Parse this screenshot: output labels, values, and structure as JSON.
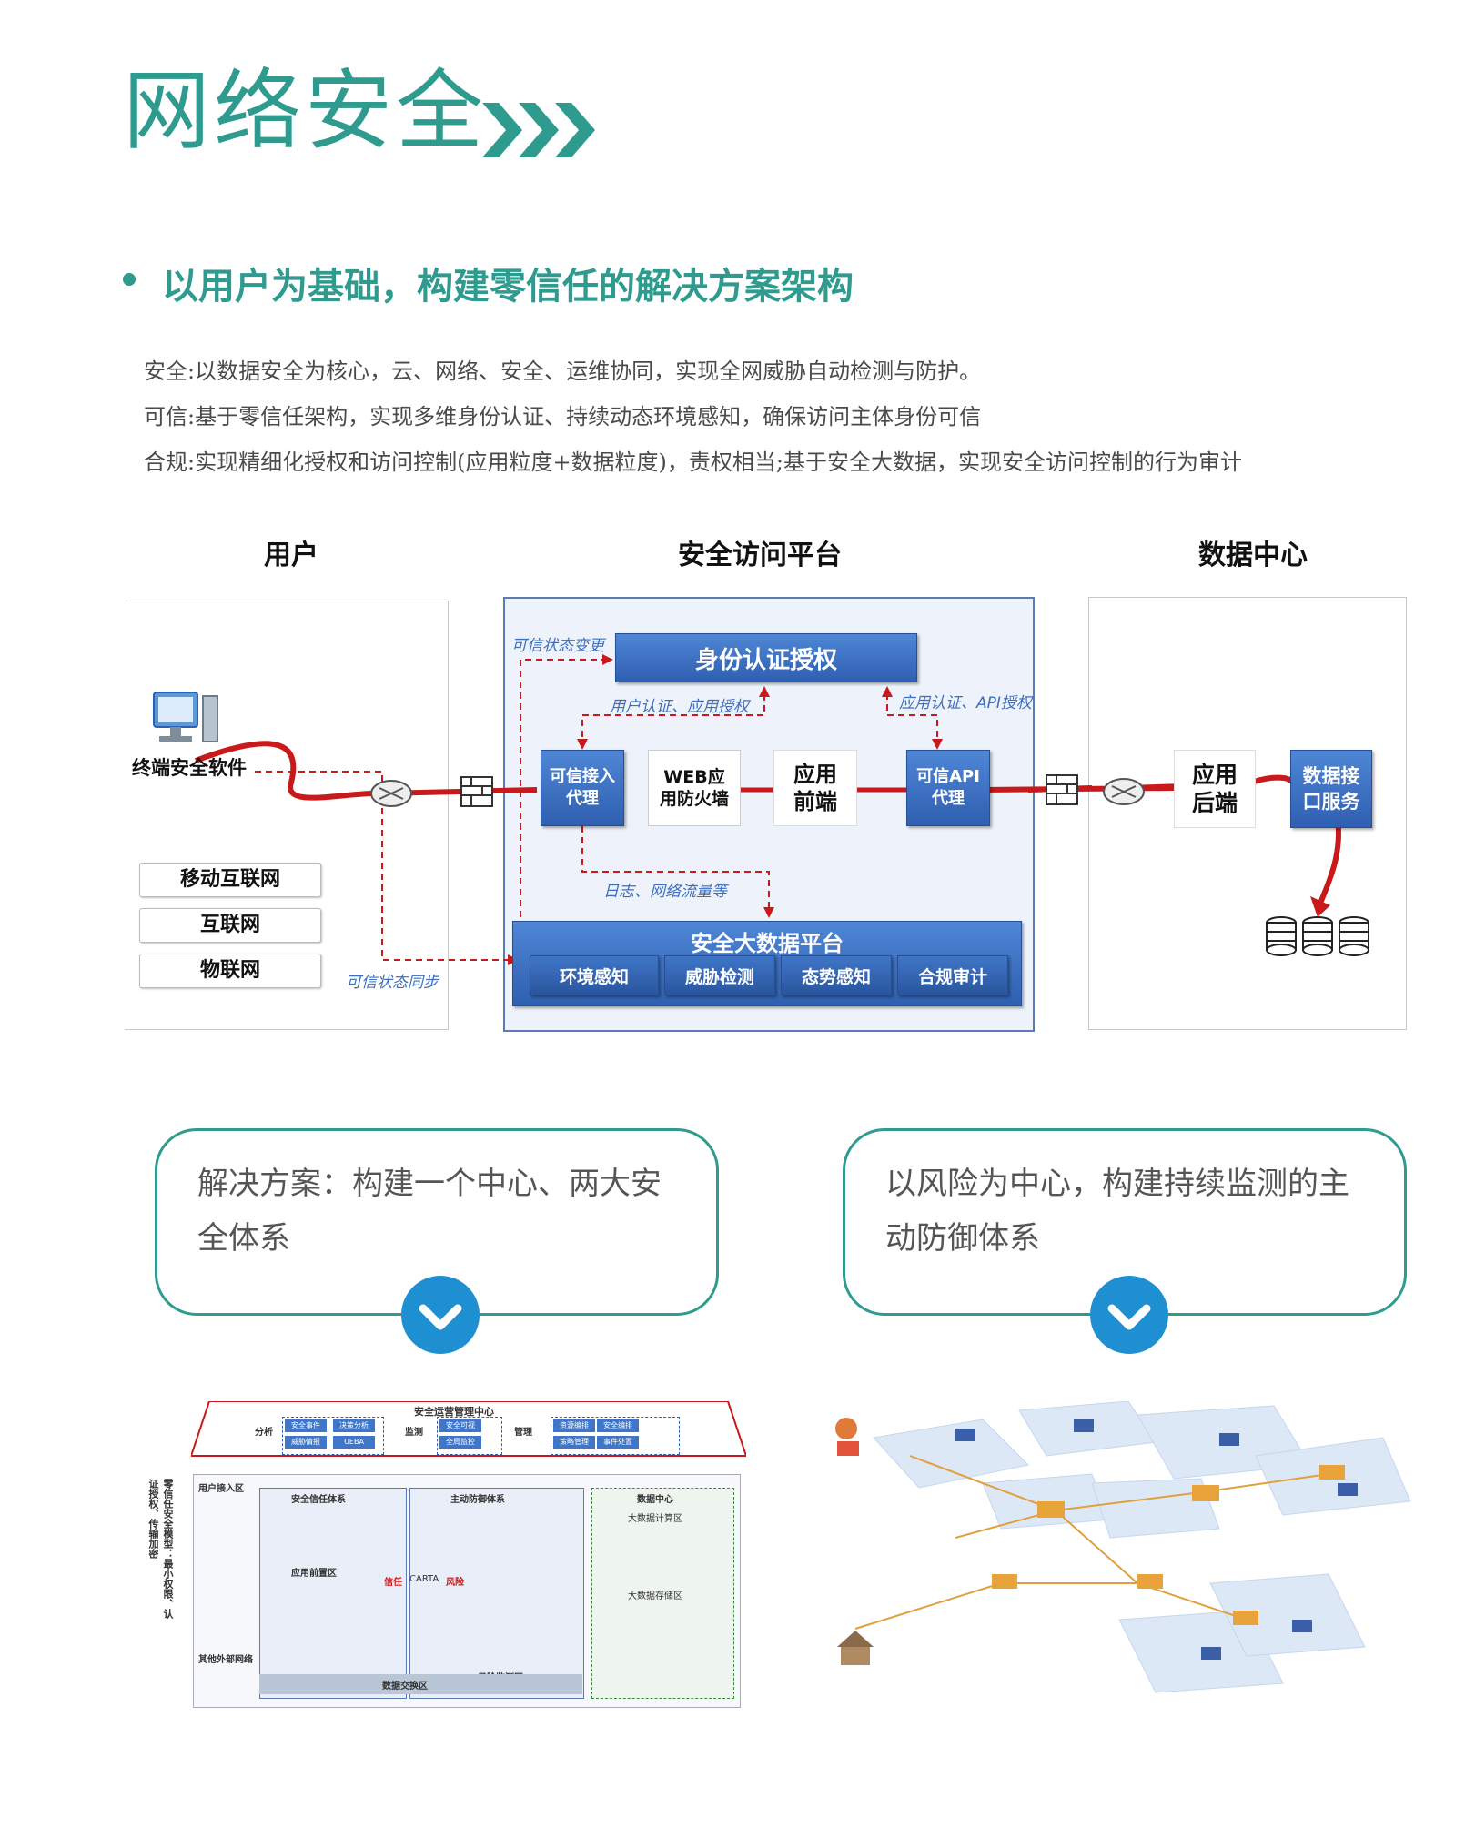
{
  "title": "网络安全",
  "subtitle": "以用户为基础，构建零信任的解决方案架构",
  "paragraphs": [
    "安全:以数据安全为核心，云、网络、安全、运维协同，实现全网威胁自动检测与防护。",
    "可信:基于零信任架构，实现多维身份认证、持续动态环境感知，确保访问主体身份可信",
    "合规:实现精细化授权和访问控制(应用粒度+数据粒度)，责权相当;基于安全大数据，实现安全访问控制的行为审计"
  ],
  "diagram": {
    "columns": {
      "user": "用户",
      "platform": "安全访问平台",
      "datacenter": "数据中心"
    },
    "user": {
      "software": "终端安全软件",
      "networks": [
        "移动互联网",
        "互联网",
        "物联网"
      ]
    },
    "platform": {
      "auth": "身份认证授权",
      "proxy": "可信接入代理",
      "waf": "WEB应用防火墙",
      "frontend": "应用前端",
      "api_proxy": "可信API代理",
      "bigdata": "安全大数据平台",
      "bigdata_items": [
        "环境感知",
        "威胁检测",
        "态势感知",
        "合规审计"
      ]
    },
    "datacenter": {
      "backend": "应用后端",
      "data_service": "数据接口服务"
    },
    "annotations": {
      "state_change": "可信状态变更",
      "user_auth": "用户认证、应用授权",
      "app_auth": "应用认证、API授权",
      "logs": "日志、网络流量等",
      "state_sync": "可信状态同步"
    }
  },
  "cards": [
    {
      "text": "解决方案：构建一个中心、两大安全体系"
    },
    {
      "text": "以风险为中心，构建持续监测的主动防御体系"
    }
  ],
  "left_figure": {
    "top_title": "安全运营管理中心",
    "groups": [
      [
        "分析"
      ],
      [
        "监测"
      ],
      [
        "管理"
      ]
    ],
    "top_items": [
      "安全事件",
      "决策分析",
      "威胁情报",
      "UEBA",
      "安全可视",
      "全局监控",
      "资源编排",
      "安全编排",
      "策略管理",
      "事件处置"
    ],
    "side_text": "零信任安全模型：最小权限、认证授权、传输加密",
    "zones": {
      "user_access": "用户接入区",
      "other_net": "其他外部网络",
      "trust_system": "安全信任体系",
      "active_defense": "主动防御体系",
      "data_center": "数据中心",
      "app_front": "应用前置区",
      "risk_monitor": "风险监测区",
      "big_data_calc": "大数据计算区",
      "big_data_store": "大数据存储区",
      "exchange": "数据交换区",
      "trust": "信任",
      "risk": "风险",
      "carta": "CARTA"
    }
  },
  "colors": {
    "teal": "#2e9b8e",
    "blue": "#2f5fb0",
    "red": "#c8191b",
    "circle": "#1e8fd0"
  }
}
